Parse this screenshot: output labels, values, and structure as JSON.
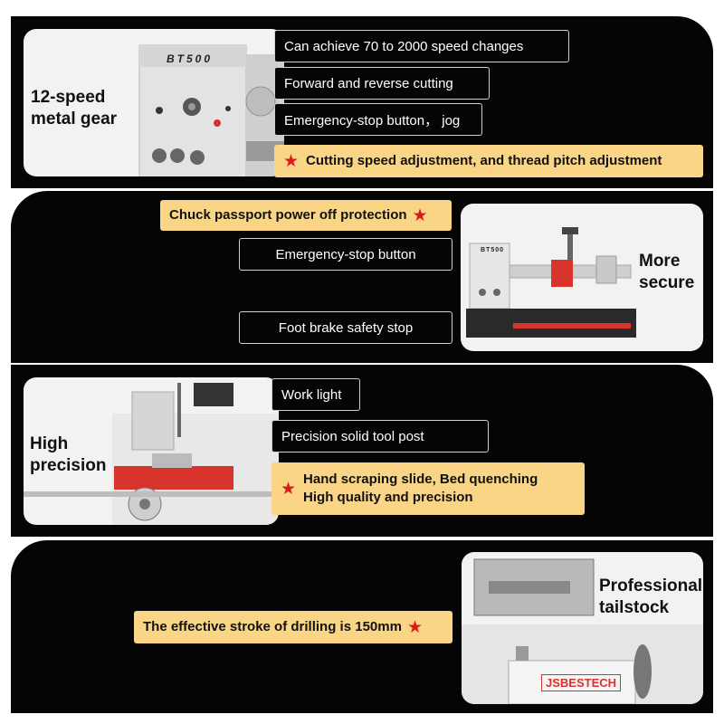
{
  "section1": {
    "label": "12-speed\nmetal gear",
    "machine_badge": "BT500",
    "callouts": [
      "Can achieve 70 to 2000 speed changes",
      "Forward and reverse cutting",
      "Emergency-stop button， jog"
    ],
    "highlight": "Cutting speed adjustment, and thread pitch adjustment"
  },
  "section2": {
    "label": "More\nsecure",
    "machine_badge": "BT500",
    "highlight": "Chuck passport power off protection",
    "callouts": [
      "Emergency-stop button",
      "Foot brake safety stop"
    ]
  },
  "section3": {
    "label": "High\nprecision",
    "callouts": [
      "Work light",
      "Precision solid tool post"
    ],
    "highlight": "Hand scraping slide, Bed quenching\nHigh quality and precision"
  },
  "section4": {
    "label": "Professional\ntailstock",
    "highlight": "The effective stroke of drilling is 150mm",
    "brand": "JSBESTECH"
  },
  "colors": {
    "panel": "#050505",
    "highlight": "#fbd586",
    "star": "#d81b1b",
    "machine_red": "#d9342b"
  },
  "icons": [
    "star-icon"
  ]
}
